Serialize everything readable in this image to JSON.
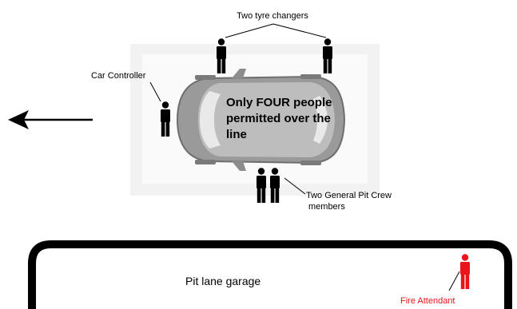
{
  "labels": {
    "tyre_changers": "Two tyre changers",
    "car_controller": "Car Controller",
    "line_rule": [
      "Only FOUR people",
      "permitted over the",
      "line"
    ],
    "pit_crew": [
      "Two General Pit Crew",
      "members"
    ],
    "garage": "Pit lane garage",
    "fire_attendant": "Fire Attendant"
  },
  "colors": {
    "person": "#000000",
    "fire_attendant": "#e8161b",
    "pit_box": "#f2f2f2",
    "car_body": "#8c8c8c",
    "garage_wall": "#000000"
  },
  "icons": {
    "direction": "arrow-left-icon",
    "person": "person-icon"
  }
}
